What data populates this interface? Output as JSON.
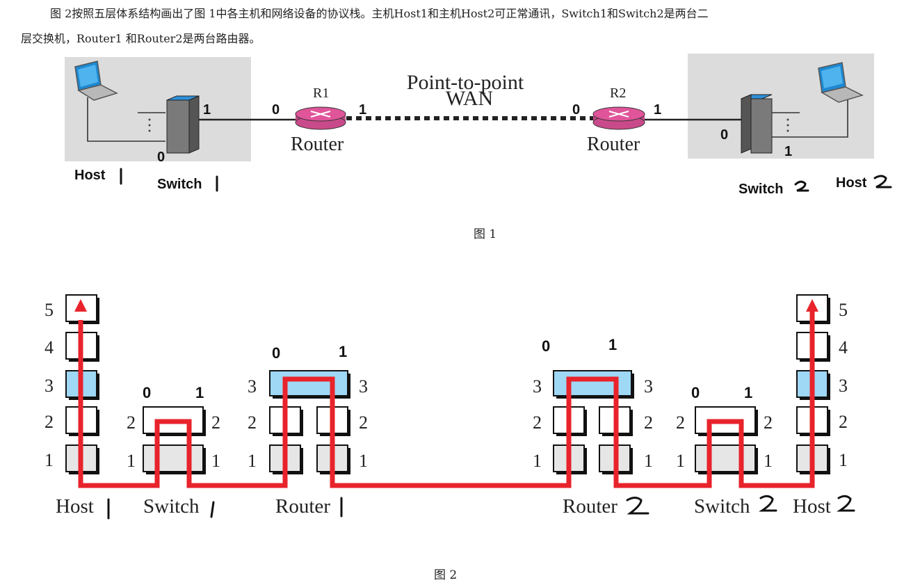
{
  "paragraph": {
    "line1": "图  2按照五层体系结构画出了图 1中各主机和网络设备的协议栈。主机Host1和主机Host2可正常通讯，Switch1和Switch2是两台二",
    "line2": "层交换机，Router1 和Router2是两台路由器。"
  },
  "figure1": {
    "caption": "图 1",
    "wan_label_line1": "Point-to-point",
    "wan_label_line2": "WAN",
    "r1_name": "R1",
    "r2_name": "R2",
    "r1_type": "Router",
    "r2_type": "Router",
    "host1_label": "Host",
    "switch1_label": "Switch",
    "host2_label": "Host",
    "switch2_label": "Switch",
    "ports": {
      "sw1_right": "1",
      "sw1_bottom": "0",
      "r1_left": "0",
      "r1_right": "1",
      "r2_left": "0",
      "r2_right": "1",
      "sw2_left": "0",
      "sw2_bottom": "1"
    },
    "colors": {
      "lan_bg": "#dcdcdc",
      "router": "#e0559a",
      "switch": "#666666",
      "switch_top": "#2f8fd8",
      "laptop_screen": "#2a9be0"
    }
  },
  "figure2": {
    "caption": "图 2",
    "host1_label": "Host",
    "switch1_label": "Switch",
    "router1_label": "Router",
    "router2_label": "Router",
    "switch2_label": "Switch",
    "host2_label": "Host",
    "layer_numbers": [
      "1",
      "2",
      "3",
      "4",
      "5"
    ],
    "port_labels": {
      "p0": "0",
      "p1": "1"
    },
    "colors": {
      "path": "#e8232b",
      "layer3": "#9fd8f5",
      "layer_gray": "#e6e6e6",
      "layer_white": "#ffffff"
    }
  }
}
